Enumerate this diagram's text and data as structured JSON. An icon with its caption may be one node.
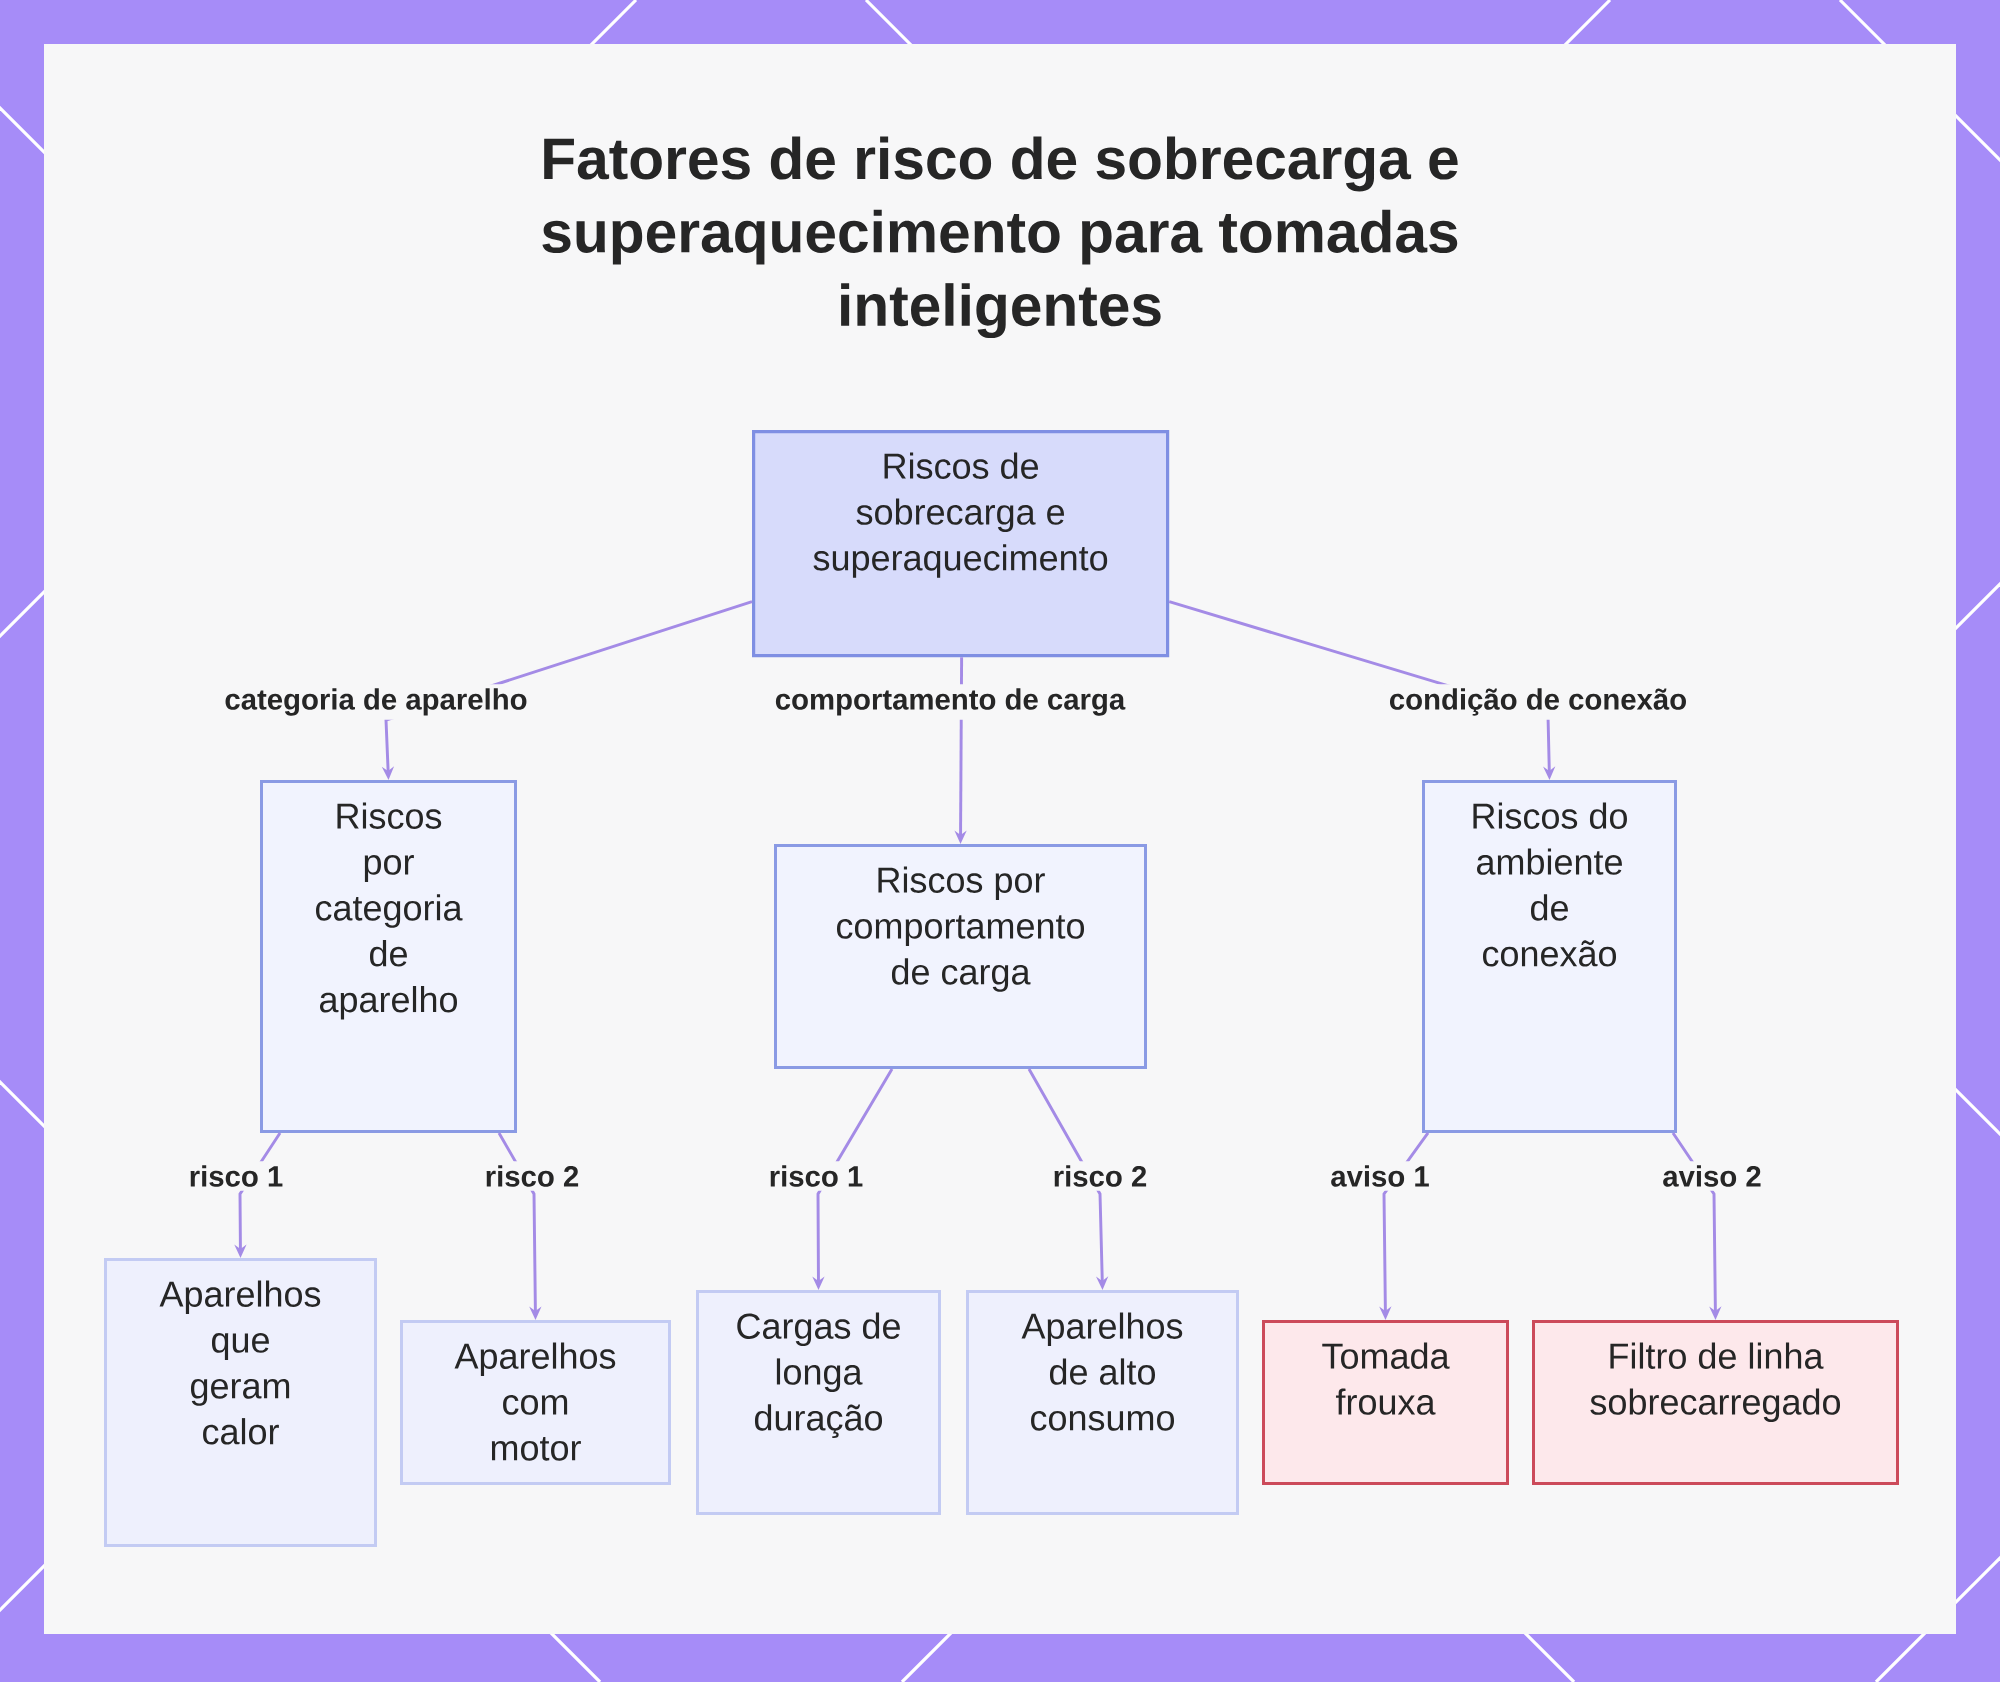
{
  "diagram": {
    "title": "Fatores de risco de sobrecarga e superaquecimento para tomadas inteligentes",
    "nodes": [
      {
        "text": [
          "Riscos de sobrecarga e superaquecimento"
        ]
      },
      {
        "text": [
          "Riscos por categoria de aparelho"
        ]
      },
      {
        "text": [
          "Riscos por comportamento de carga"
        ]
      },
      {
        "text": [
          "Riscos do ambiente de conexão"
        ]
      },
      {
        "text": [
          "Aparelhos que geram calor"
        ]
      },
      {
        "text": [
          "Aparelhos com motor"
        ]
      },
      {
        "text": [
          "Cargas de longa duração"
        ]
      },
      {
        "text": [
          "Aparelhos de alto consumo"
        ]
      },
      {
        "text": [
          "Tomada frouxa"
        ]
      },
      {
        "text": [
          "Filtro de linha sobrecarregado"
        ]
      }
    ],
    "edges": [
      {
        "from": 0,
        "to": 1,
        "arrow": "to",
        "label": "categoria de aparelho"
      },
      {
        "from": 0,
        "to": 2,
        "arrow": "to",
        "label": "comportamento de carga"
      },
      {
        "from": 0,
        "to": 3,
        "arrow": "to",
        "label": "condição de conexão"
      },
      {
        "from": 1,
        "to": 4,
        "arrow": "to",
        "label": "risco 1"
      },
      {
        "from": 1,
        "to": 5,
        "arrow": "to",
        "label": "risco 2"
      },
      {
        "from": 2,
        "to": 6,
        "arrow": "to",
        "label": "risco 1"
      },
      {
        "from": 2,
        "to": 7,
        "arrow": "to",
        "label": "risco 2"
      },
      {
        "from": 3,
        "to": 8,
        "arrow": "to",
        "label": "aviso 1"
      },
      {
        "from": 3,
        "to": 9,
        "arrow": "to",
        "label": "aviso 2"
      }
    ]
  }
}
